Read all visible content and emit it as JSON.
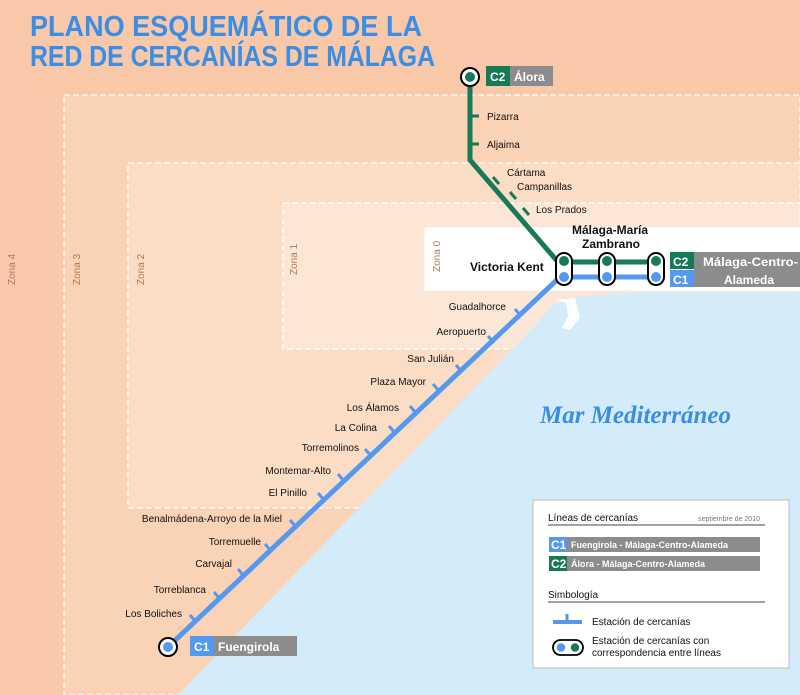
{
  "title": {
    "line1": "PLANO ESQUEMÁTICO DE LA",
    "line2": "RED DE CERCANÍAS DE MÁLAGA"
  },
  "colors": {
    "land": "#fad9c1",
    "zone_outer": "#f8c8a8",
    "sea": "#d4ecfa",
    "c1": "#5599ee",
    "c2": "#177a57",
    "terminus_label_bg": "#8c8c8c"
  },
  "zones": [
    "Zona 4",
    "Zona 3",
    "Zona 2",
    "Zona 1",
    "Zona 0"
  ],
  "sea_label": "Mar Mediterráneo",
  "lines": {
    "c1": {
      "code": "C1",
      "name": "Fuengirola - Málaga-Centro-Alameda"
    },
    "c2": {
      "code": "C2",
      "name": "Álora - Málaga-Centro-Alameda"
    }
  },
  "termini": {
    "alora": {
      "code": "C2",
      "name": "Álora"
    },
    "fuengirola": {
      "code": "C1",
      "name": "Fuengirola"
    },
    "centro": {
      "code_c2": "C2",
      "code_c1": "C1",
      "name_line1": "Málaga-Centro-",
      "name_line2": "Alameda"
    }
  },
  "c2_stations": [
    "Pizarra",
    "Aljaima",
    "Cártama",
    "Campanillas",
    "Los Prados"
  ],
  "interchange": {
    "victoria_kent": "Victoria Kent",
    "maria_zambrano_1": "Málaga-María",
    "maria_zambrano_2": "Zambrano"
  },
  "c1_stations": [
    "Guadalhorce",
    "Aeropuerto",
    "San Julián",
    "Plaza Mayor",
    "Los Álamos",
    "La Colina",
    "Torremolinos",
    "Montemar-Alto",
    "El Pinillo",
    "Benalmádena-Arroyo de la Miel",
    "Torremuelle",
    "Carvajal",
    "Torreblanca",
    "Los Boliches"
  ],
  "legend": {
    "lines_heading": "Líneas de cercanías",
    "date": "septiembre de 2010",
    "symbols_heading": "Simbología",
    "station": "Estación de cercanías",
    "interchange_1": "Estación de cercanías con",
    "interchange_2": "correspondencia entre líneas"
  }
}
